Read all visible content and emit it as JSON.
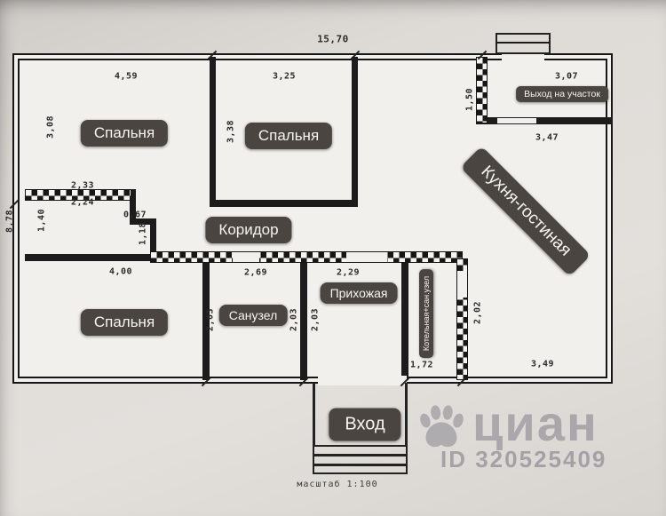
{
  "plan": {
    "rooms": {
      "bedroom1": "Спальня",
      "bedroom2": "Спальня",
      "bedroom3": "Спальня",
      "kitchen_living": "Кухня-гостиная",
      "corridor": "Коридор",
      "bathroom": "Санузел",
      "hallway": "Прихожая",
      "boiler": "Котельная+сан.узел",
      "exit": "Выход на участок",
      "entrance": "Вход"
    },
    "dimensions": {
      "total_width": "15,70",
      "total_height": "8,78",
      "bedroom1_width": "4,59",
      "bedroom1_height": "3,08",
      "bedroom2_width": "3,25",
      "bedroom2_height": "3,38",
      "top_right_width": "3,07",
      "exit_depth": "1,50",
      "kitchen_width": "3,47",
      "seg_2_33": "2,33",
      "seg_2_24": "2,24",
      "seg_0_67": "0,67",
      "seg_1_40": "1,40",
      "seg_1_18": "1,18",
      "bedroom3_width": "4,00",
      "bathroom_width": "2,69",
      "hallway_width": "2,29",
      "bedroom3_height": "2,03",
      "bathroom_height": "2,03",
      "hallway_height": "2,03",
      "boiler_width": "1,72",
      "boiler_height": "2,02",
      "bottom_right_width": "3,49"
    },
    "scale": "масштаб 1:100"
  },
  "watermark": {
    "brand": "циан",
    "listing_id": "ID 320525409"
  },
  "colors": {
    "badge_bg": "#4b4541",
    "wall": "#1c1c1c",
    "paper": "#dedbd7",
    "watermark": "#a4a1a7"
  }
}
